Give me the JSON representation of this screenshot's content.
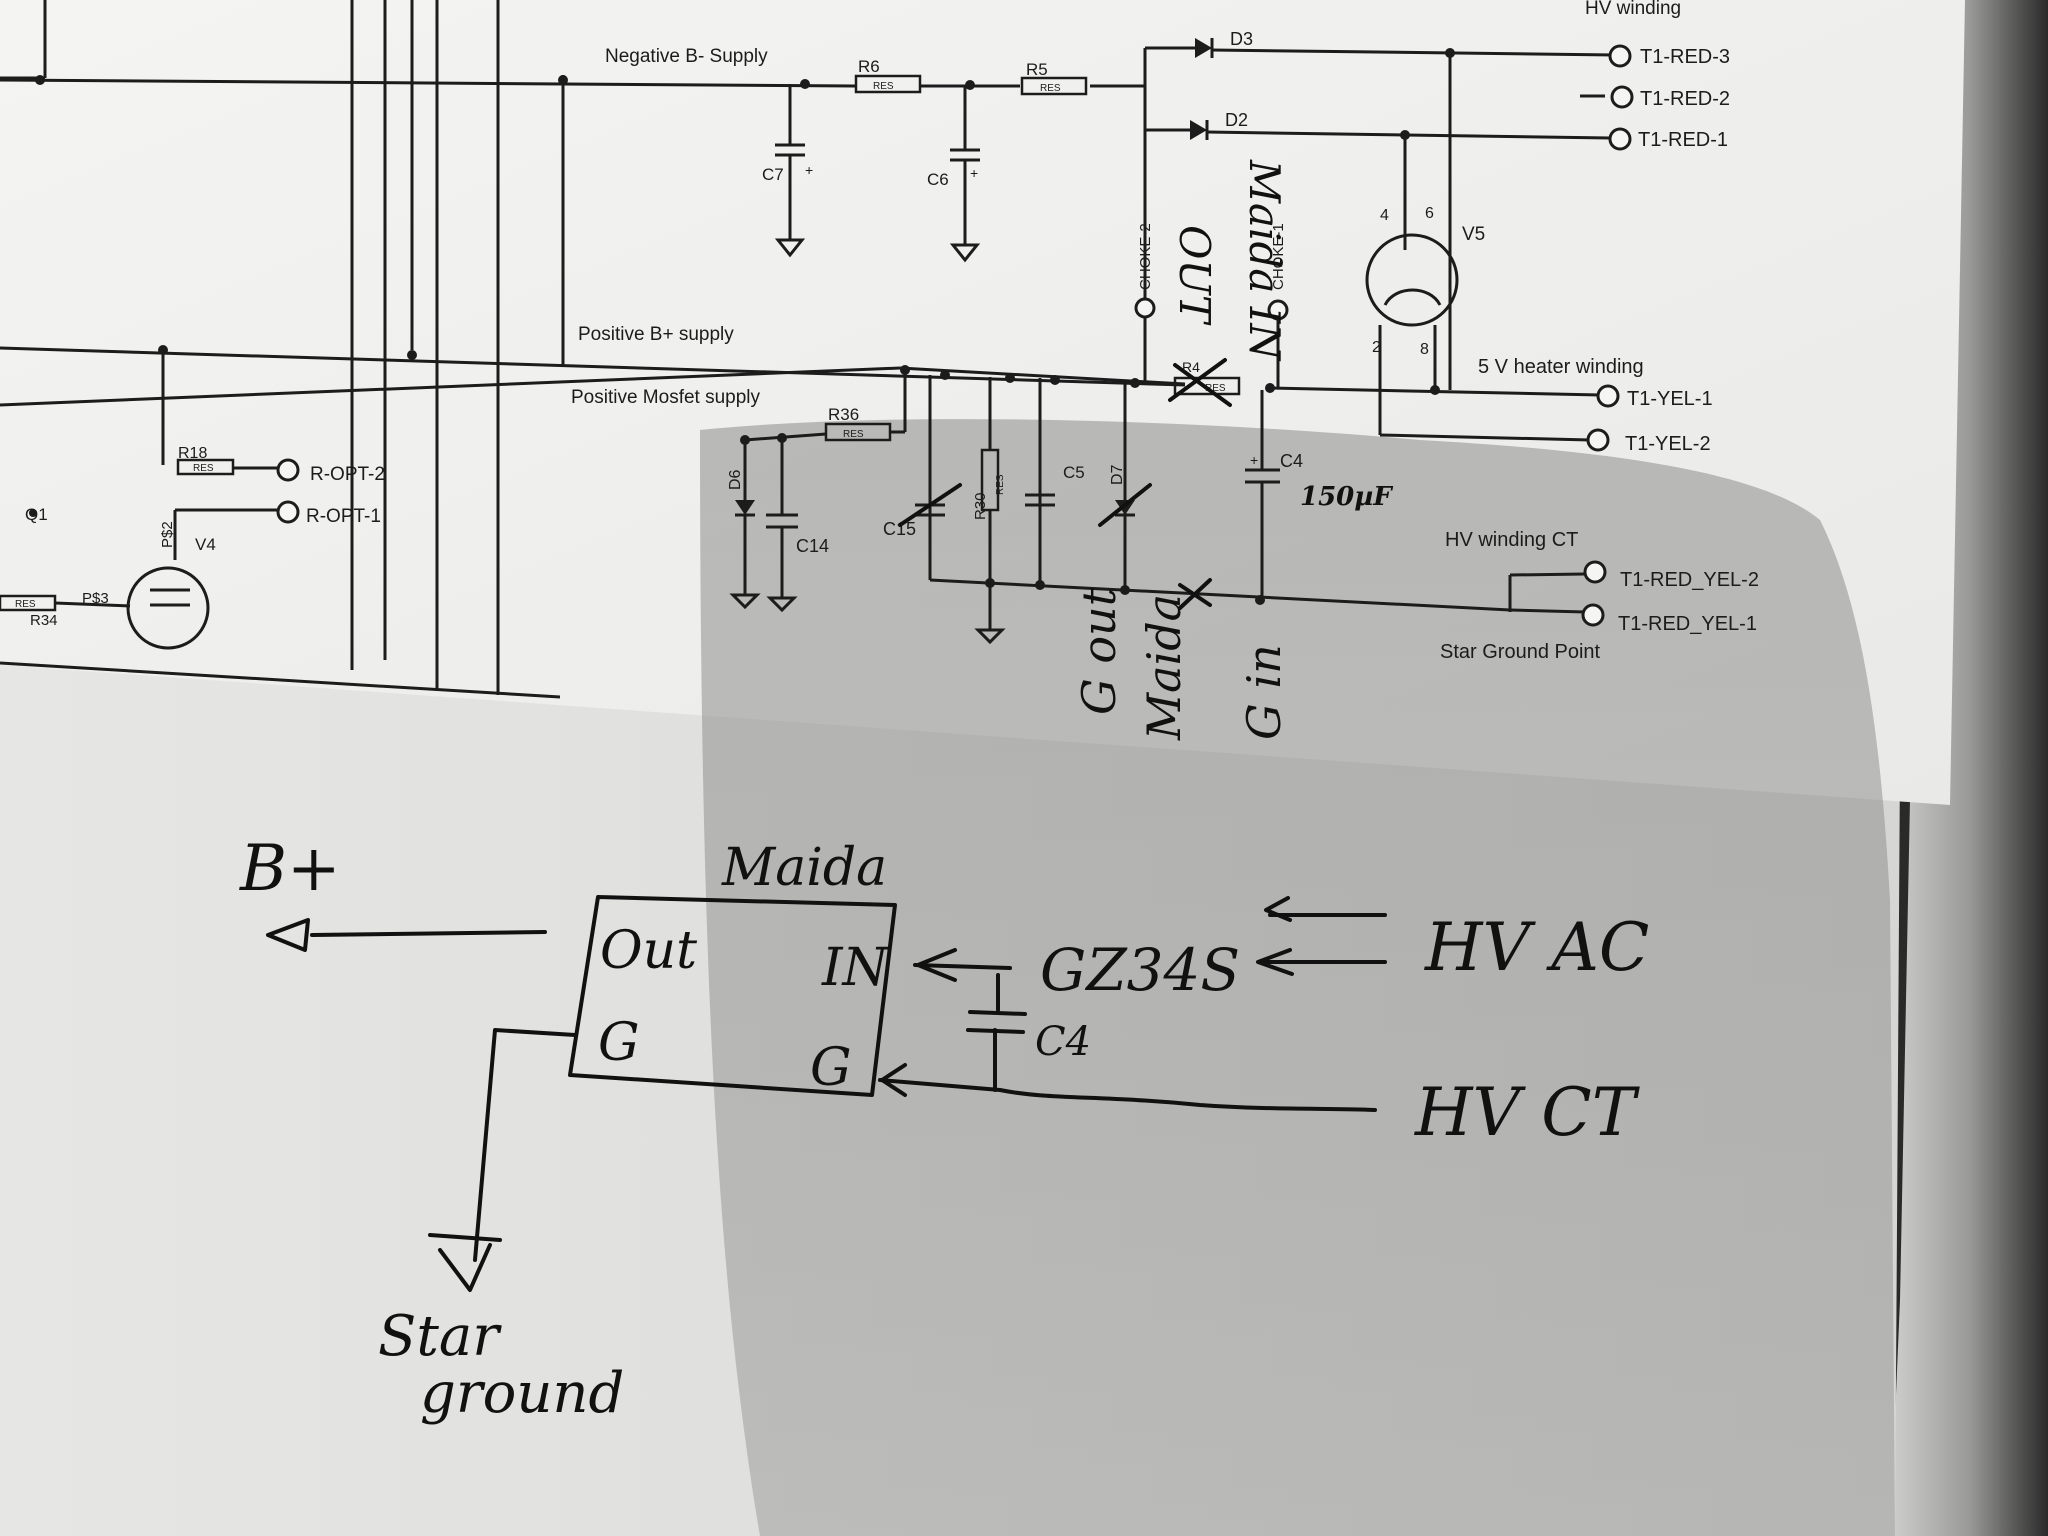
{
  "schematic": {
    "title_hv_winding": "HV winding",
    "neg_supply": "Negative B- Supply",
    "pos_supply": "Positive B+ supply",
    "mosfet_supply": "Positive Mosfet supply",
    "heater_winding": "5 V heater winding",
    "hv_ct": "HV winding CT",
    "star_ground_point": "Star Ground Point",
    "terminals": {
      "red3": "T1-RED-3",
      "red2": "T1-RED-2",
      "red1": "T1-RED-1",
      "yel1": "T1-YEL-1",
      "yel2": "T1-YEL-2",
      "redyel2": "T1-RED_YEL-2",
      "redyel1": "T1-RED_YEL-1",
      "ropt2": "R-OPT-2",
      "ropt1": "R-OPT-1"
    },
    "refs": {
      "d3": "D3",
      "d2": "D2",
      "r6": "R6",
      "r5": "R5",
      "c7": "C7",
      "c6": "C6",
      "v5": "V5",
      "v4": "V4",
      "r18": "R18",
      "q1": "Q1",
      "r34": "R34",
      "ps3": "P$3",
      "ps2": "P$2",
      "r36": "R36",
      "d6": "D6",
      "c14": "C14",
      "c15": "C15",
      "r30": "R30",
      "c5": "C5",
      "d7": "D7",
      "c4": "C4",
      "r4": "R4",
      "choke2": "CHOKE-2",
      "choke1": "CHOKE-1",
      "res": "RES",
      "plus": "+"
    },
    "pins": {
      "p4": "4",
      "p6": "6",
      "p2": "2",
      "p8": "8"
    }
  },
  "annotations": {
    "out": "OUT",
    "maida_in": "Maida IN",
    "c4_value": "150µF",
    "g_out": "G out",
    "maida": "Maida",
    "g_in": "G in"
  },
  "sketch": {
    "bplus": "B+",
    "maida": "Maida",
    "out": "Out",
    "in": "IN",
    "g_left": "G",
    "g_right": "G",
    "gz34s": "GZ34S",
    "hv_ac": "HV AC",
    "c4": "C4",
    "hv_ct": "HV CT",
    "star": "Star",
    "ground": "ground"
  }
}
